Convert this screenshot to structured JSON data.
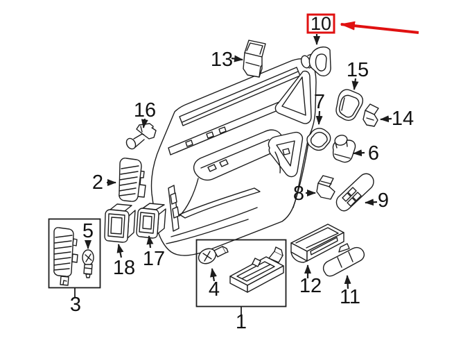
{
  "diagram": {
    "description": "Exploded parts diagram of a front door interior trim panel with numbered callouts",
    "colors": {
      "line": "#1c1c1c",
      "highlight": "#e01111",
      "background": "#ffffff"
    },
    "annotation": {
      "highlighted_callout": "10",
      "marker": "red box with red leader arrow"
    },
    "callouts": [
      {
        "id": "1",
        "label": "1",
        "highlighted": false
      },
      {
        "id": "2",
        "label": "2",
        "highlighted": false
      },
      {
        "id": "3",
        "label": "3",
        "highlighted": false
      },
      {
        "id": "4",
        "label": "4",
        "highlighted": false
      },
      {
        "id": "5",
        "label": "5",
        "highlighted": false
      },
      {
        "id": "6",
        "label": "6",
        "highlighted": false
      },
      {
        "id": "7",
        "label": "7",
        "highlighted": false
      },
      {
        "id": "8",
        "label": "8",
        "highlighted": false
      },
      {
        "id": "9",
        "label": "9",
        "highlighted": false
      },
      {
        "id": "10",
        "label": "10",
        "highlighted": true
      },
      {
        "id": "11",
        "label": "11",
        "highlighted": false
      },
      {
        "id": "12",
        "label": "12",
        "highlighted": false
      },
      {
        "id": "13",
        "label": "13",
        "highlighted": false
      },
      {
        "id": "14",
        "label": "14",
        "highlighted": false
      },
      {
        "id": "15",
        "label": "15",
        "highlighted": false
      },
      {
        "id": "16",
        "label": "16",
        "highlighted": false
      },
      {
        "id": "17",
        "label": "17",
        "highlighted": false
      },
      {
        "id": "18",
        "label": "18",
        "highlighted": false
      }
    ]
  }
}
